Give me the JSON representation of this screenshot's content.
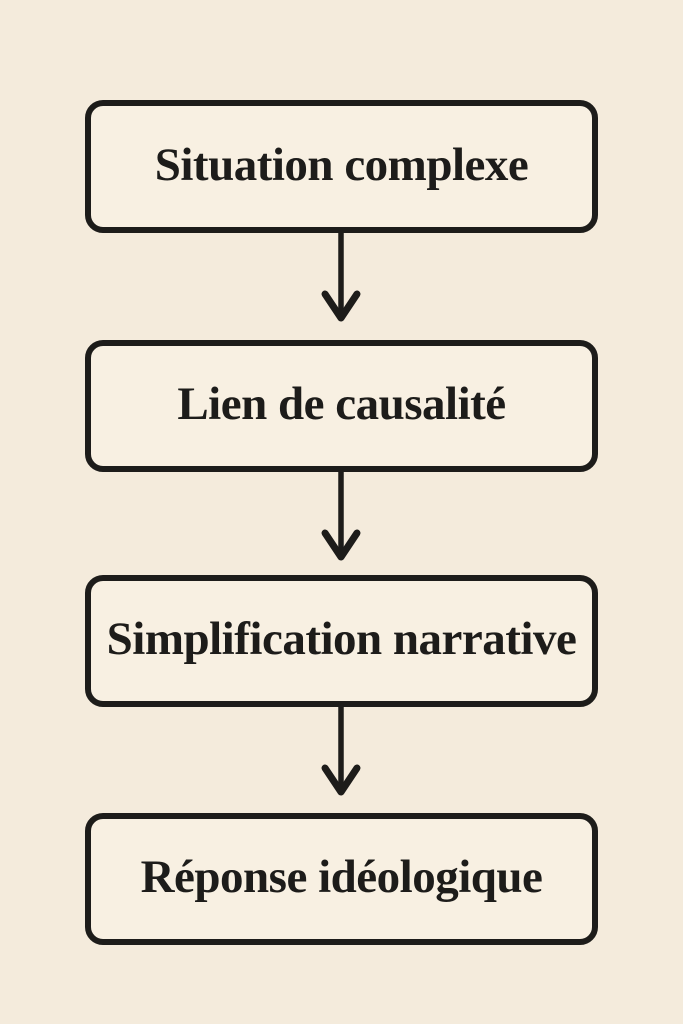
{
  "flowchart": {
    "steps": [
      {
        "label": "Situation complexe"
      },
      {
        "label": "Lien de causalité"
      },
      {
        "label": "Simplification narrative"
      },
      {
        "label": "Réponse idéologique"
      }
    ],
    "connector_style": "down-arrow-chevron",
    "colors": {
      "background": "#f4ebdc",
      "box_fill": "#f8f0e2",
      "ink": "#1d1c1a"
    }
  }
}
